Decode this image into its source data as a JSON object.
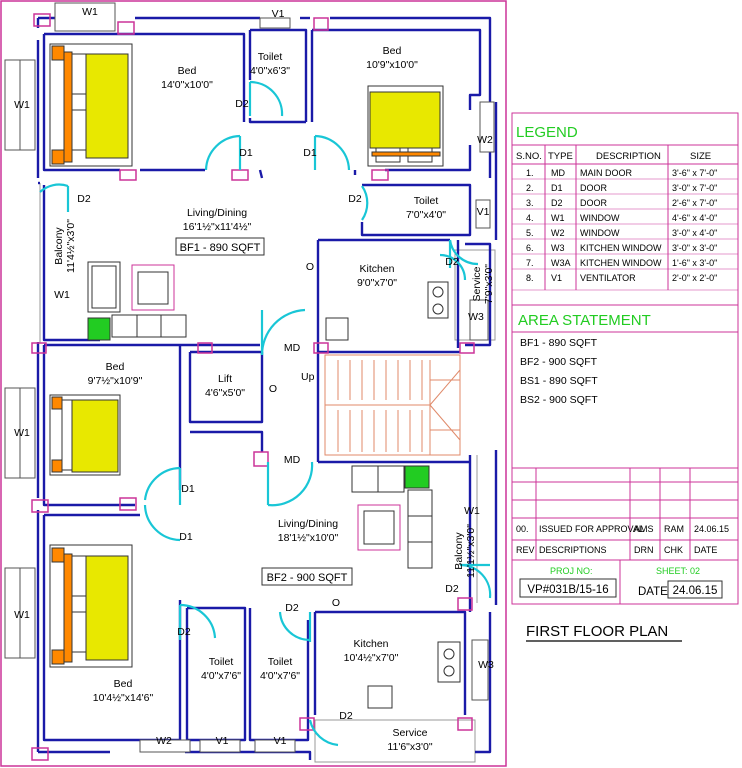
{
  "plan_title": "FIRST FLOOR PLAN",
  "rooms": [
    {
      "id": "bed1",
      "name": "Bed",
      "size": "14'0\"x10'0\""
    },
    {
      "id": "toilet1",
      "name": "Toilet",
      "size": "4'0\"x6'3\""
    },
    {
      "id": "bed2",
      "name": "Bed",
      "size": "10'9\"x10'0\""
    },
    {
      "id": "toilet2",
      "name": "Toilet",
      "size": "7'0\"x4'0\""
    },
    {
      "id": "living1",
      "name": "Living/Dining",
      "size": "16'1½\"x11'4½\""
    },
    {
      "id": "kitchen1",
      "name": "Kitchen",
      "size": "9'0\"x7'0\""
    },
    {
      "id": "balcony1",
      "name": "Balcony",
      "size": "11'4½\"x3'0\""
    },
    {
      "id": "service1",
      "name": "Service",
      "size": "7'9\"x3'0\""
    },
    {
      "id": "bed3",
      "name": "Bed",
      "size": "9'7½\"x10'9\""
    },
    {
      "id": "lift",
      "name": "Lift",
      "size": "4'6\"x5'0\""
    },
    {
      "id": "living2",
      "name": "Living/Dining",
      "size": "18'1½\"x10'0\""
    },
    {
      "id": "balcony2",
      "name": "Balcony",
      "size": "11'1½\"x3'0\""
    },
    {
      "id": "kitchen2",
      "name": "Kitchen",
      "size": "10'4½\"x7'0\""
    },
    {
      "id": "bed4",
      "name": "Bed",
      "size": "10'4½\"x14'6\""
    },
    {
      "id": "toilet3",
      "name": "Toilet",
      "size": "4'0\"x7'6\""
    },
    {
      "id": "toilet4",
      "name": "Toilet",
      "size": "4'0\"x7'6\""
    },
    {
      "id": "service2",
      "name": "Service",
      "size": "11'6\"x3'0\""
    }
  ],
  "flat_areas": [
    "BF1 - 890 SQFT",
    "BF2 - 900 SQFT"
  ],
  "stair_label": "Up",
  "openings": [
    "W1",
    "V1",
    "W2",
    "W3",
    "D1",
    "D2",
    "MD",
    "O"
  ],
  "legend": {
    "title": "LEGEND",
    "headers": [
      "S.NO.",
      "TYPE",
      "DESCRIPTION",
      "SIZE"
    ],
    "rows": [
      [
        "1.",
        "MD",
        "MAIN DOOR",
        "3'-6\" x 7'-0\""
      ],
      [
        "2.",
        "D1",
        "DOOR",
        "3'-0\" x 7'-0\""
      ],
      [
        "3.",
        "D2",
        "DOOR",
        "2'-6\" x 7'-0\""
      ],
      [
        "4.",
        "W1",
        "WINDOW",
        "4'-6\" x 4'-0\""
      ],
      [
        "5.",
        "W2",
        "WINDOW",
        "3'-0\" x 4'-0\""
      ],
      [
        "6.",
        "W3",
        "KITCHEN WINDOW",
        "3'-0\" x 3'-0\""
      ],
      [
        "7.",
        "W3A",
        "KITCHEN WINDOW",
        "1'-6\" x 3'-0\""
      ],
      [
        "8.",
        "V1",
        "VENTILATOR",
        "2'-0\" x 2'-0\""
      ]
    ]
  },
  "area_statement": {
    "title": "AREA STATEMENT",
    "rows": [
      "BF1 - 890 SQFT",
      "BF2 - 900 SQFT",
      "BS1 - 890 SQFT",
      "BS2 - 900 SQFT"
    ]
  },
  "revision": {
    "row": [
      "00.",
      "ISSUED FOR APPROVAL",
      "AMS",
      "RAM",
      "24.06.15"
    ],
    "headers": [
      "REV",
      "DESCRIPTIONS",
      "DRN",
      "CHK",
      "DATE"
    ]
  },
  "project": {
    "proj_label": "PROJ NO:",
    "proj_no": "VP#031B/15-16",
    "sheet_label": "SHEET: 02",
    "date_label": "DATE:",
    "date": "24.06.15"
  },
  "colors": {
    "wall": "#1a1aa8",
    "frame": "#cc3399",
    "door": "#19c6d6",
    "accent": "#22cc22",
    "bed": "#e8e800",
    "pillow": "#ff8800"
  }
}
